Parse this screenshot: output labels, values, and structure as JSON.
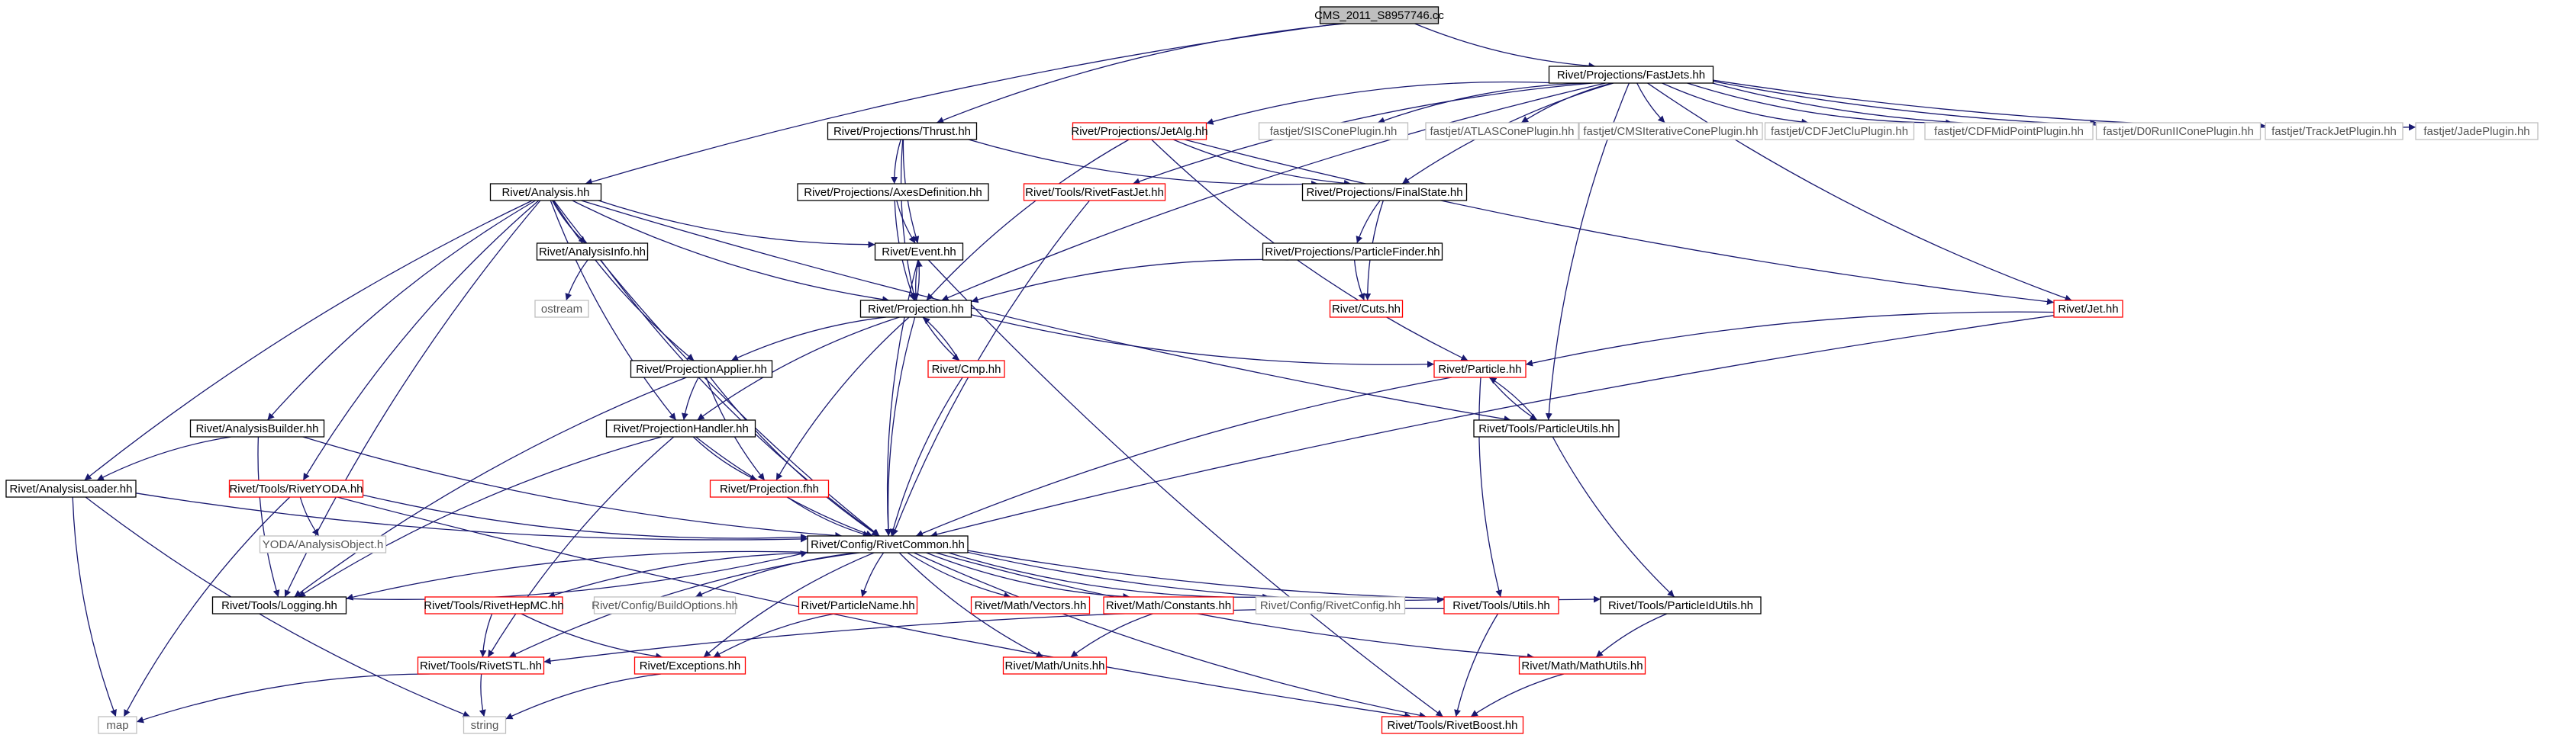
{
  "graph": {
    "colors": {
      "edge": "#191970",
      "box_black": "#000000",
      "box_red": "#ff0000",
      "box_gray": "#bfbfbf",
      "root_fill": "#bfbfbf"
    },
    "nodes": [
      {
        "id": "root",
        "label": "CMS_2011_S8957746.cc",
        "kind": "root"
      },
      {
        "id": "fastjets",
        "label": "Rivet/Projections/FastJets.hh",
        "kind": "black"
      },
      {
        "id": "thrust",
        "label": "Rivet/Projections/Thrust.hh",
        "kind": "black"
      },
      {
        "id": "jetalg",
        "label": "Rivet/Projections/JetAlg.hh",
        "kind": "red"
      },
      {
        "id": "siscone",
        "label": "fastjet/SISConePlugin.hh",
        "kind": "gray"
      },
      {
        "id": "atlascone",
        "label": "fastjet/ATLASConePlugin.hh",
        "kind": "gray"
      },
      {
        "id": "cmscone",
        "label": "fastjet/CMSIterativeConePlugin.hh",
        "kind": "gray"
      },
      {
        "id": "cdfjetclu",
        "label": "fastjet/CDFJetCluPlugin.hh",
        "kind": "gray"
      },
      {
        "id": "cdfmid",
        "label": "fastjet/CDFMidPointPlugin.hh",
        "kind": "gray"
      },
      {
        "id": "d0run",
        "label": "fastjet/D0RunIIConePlugin.hh",
        "kind": "gray"
      },
      {
        "id": "trackjet",
        "label": "fastjet/TrackJetPlugin.hh",
        "kind": "gray"
      },
      {
        "id": "jade",
        "label": "fastjet/JadePlugin.hh",
        "kind": "gray"
      },
      {
        "id": "analysis",
        "label": "Rivet/Analysis.hh",
        "kind": "black"
      },
      {
        "id": "axesdef",
        "label": "Rivet/Projections/AxesDefinition.hh",
        "kind": "black"
      },
      {
        "id": "rivetfastjet",
        "label": "Rivet/Tools/RivetFastJet.hh",
        "kind": "red"
      },
      {
        "id": "finalstate",
        "label": "Rivet/Projections/FinalState.hh",
        "kind": "black"
      },
      {
        "id": "analysisinfo",
        "label": "Rivet/AnalysisInfo.hh",
        "kind": "black"
      },
      {
        "id": "event",
        "label": "Rivet/Event.hh",
        "kind": "black"
      },
      {
        "id": "particlefinder",
        "label": "Rivet/Projections/ParticleFinder.hh",
        "kind": "black"
      },
      {
        "id": "ostream",
        "label": "ostream",
        "kind": "gray"
      },
      {
        "id": "projection",
        "label": "Rivet/Projection.hh",
        "kind": "black"
      },
      {
        "id": "cuts",
        "label": "Rivet/Cuts.hh",
        "kind": "red"
      },
      {
        "id": "jet",
        "label": "Rivet/Jet.hh",
        "kind": "red"
      },
      {
        "id": "projapplier",
        "label": "Rivet/ProjectionApplier.hh",
        "kind": "black"
      },
      {
        "id": "cmp",
        "label": "Rivet/Cmp.hh",
        "kind": "red"
      },
      {
        "id": "particle",
        "label": "Rivet/Particle.hh",
        "kind": "red"
      },
      {
        "id": "analysisbuilder",
        "label": "Rivet/AnalysisBuilder.hh",
        "kind": "black"
      },
      {
        "id": "projhandler",
        "label": "Rivet/ProjectionHandler.hh",
        "kind": "black"
      },
      {
        "id": "particleutils",
        "label": "Rivet/Tools/ParticleUtils.hh",
        "kind": "black"
      },
      {
        "id": "analysisloader",
        "label": "Rivet/AnalysisLoader.hh",
        "kind": "black"
      },
      {
        "id": "rivetyoda",
        "label": "Rivet/Tools/RivetYODA.hh",
        "kind": "red"
      },
      {
        "id": "projfhh",
        "label": "Rivet/Projection.fhh",
        "kind": "red"
      },
      {
        "id": "yodaobj",
        "label": "YODA/AnalysisObject.h",
        "kind": "gray"
      },
      {
        "id": "rivetcommon",
        "label": "Rivet/Config/RivetCommon.hh",
        "kind": "black"
      },
      {
        "id": "logging",
        "label": "Rivet/Tools/Logging.hh",
        "kind": "black"
      },
      {
        "id": "hepmc",
        "label": "Rivet/Tools/RivetHepMC.hh",
        "kind": "red"
      },
      {
        "id": "buildopts",
        "label": "Rivet/Config/BuildOptions.hh",
        "kind": "gray"
      },
      {
        "id": "particlename",
        "label": "Rivet/ParticleName.hh",
        "kind": "red"
      },
      {
        "id": "vectors",
        "label": "Rivet/Math/Vectors.hh",
        "kind": "red"
      },
      {
        "id": "constants",
        "label": "Rivet/Math/Constants.hh",
        "kind": "red"
      },
      {
        "id": "rivetconfig",
        "label": "Rivet/Config/RivetConfig.hh",
        "kind": "gray"
      },
      {
        "id": "utils",
        "label": "Rivet/Tools/Utils.hh",
        "kind": "red"
      },
      {
        "id": "pidutils",
        "label": "Rivet/Tools/ParticleIdUtils.hh",
        "kind": "black"
      },
      {
        "id": "rivetstl",
        "label": "Rivet/Tools/RivetSTL.hh",
        "kind": "red"
      },
      {
        "id": "exceptions",
        "label": "Rivet/Exceptions.hh",
        "kind": "red"
      },
      {
        "id": "units",
        "label": "Rivet/Math/Units.hh",
        "kind": "red"
      },
      {
        "id": "mathutils",
        "label": "Rivet/Math/MathUtils.hh",
        "kind": "red"
      },
      {
        "id": "map",
        "label": "map",
        "kind": "gray"
      },
      {
        "id": "string",
        "label": "string",
        "kind": "gray"
      },
      {
        "id": "rivetboost",
        "label": "Rivet/Tools/RivetBoost.hh",
        "kind": "red"
      }
    ],
    "edges": [
      [
        "root",
        "fastjets"
      ],
      [
        "root",
        "thrust"
      ],
      [
        "root",
        "analysis"
      ],
      [
        "fastjets",
        "jetalg"
      ],
      [
        "fastjets",
        "siscone"
      ],
      [
        "fastjets",
        "atlascone"
      ],
      [
        "fastjets",
        "cmscone"
      ],
      [
        "fastjets",
        "cdfjetclu"
      ],
      [
        "fastjets",
        "cdfmid"
      ],
      [
        "fastjets",
        "d0run"
      ],
      [
        "fastjets",
        "trackjet"
      ],
      [
        "fastjets",
        "jade"
      ],
      [
        "fastjets",
        "rivetfastjet"
      ],
      [
        "fastjets",
        "finalstate"
      ],
      [
        "fastjets",
        "projection"
      ],
      [
        "fastjets",
        "jet"
      ],
      [
        "fastjets",
        "particleutils"
      ],
      [
        "thrust",
        "axesdef"
      ],
      [
        "thrust",
        "finalstate"
      ],
      [
        "thrust",
        "event"
      ],
      [
        "thrust",
        "projection"
      ],
      [
        "jetalg",
        "projection"
      ],
      [
        "jetalg",
        "finalstate"
      ],
      [
        "jetalg",
        "particle"
      ],
      [
        "jetalg",
        "jet"
      ],
      [
        "analysis",
        "analysisinfo"
      ],
      [
        "analysis",
        "event"
      ],
      [
        "analysis",
        "projection"
      ],
      [
        "analysis",
        "projapplier"
      ],
      [
        "analysis",
        "projhandler"
      ],
      [
        "analysis",
        "analysisbuilder"
      ],
      [
        "analysis",
        "analysisloader"
      ],
      [
        "analysis",
        "rivetyoda"
      ],
      [
        "analysis",
        "logging"
      ],
      [
        "analysis",
        "rivetcommon"
      ],
      [
        "analysis",
        "particleutils"
      ],
      [
        "axesdef",
        "event"
      ],
      [
        "axesdef",
        "projection"
      ],
      [
        "rivetfastjet",
        "rivetcommon"
      ],
      [
        "finalstate",
        "particlefinder"
      ],
      [
        "finalstate",
        "cuts"
      ],
      [
        "analysisinfo",
        "ostream"
      ],
      [
        "analysisinfo",
        "rivetcommon"
      ],
      [
        "event",
        "projection"
      ],
      [
        "event",
        "rivetcommon"
      ],
      [
        "event",
        "rivetboost"
      ],
      [
        "particlefinder",
        "projection"
      ],
      [
        "particlefinder",
        "cuts"
      ],
      [
        "projection",
        "event"
      ],
      [
        "projection",
        "projapplier"
      ],
      [
        "projection",
        "projhandler"
      ],
      [
        "projection",
        "cmp"
      ],
      [
        "projection",
        "particle"
      ],
      [
        "projection",
        "projfhh"
      ],
      [
        "projection",
        "rivetcommon"
      ],
      [
        "jet",
        "particle"
      ],
      [
        "jet",
        "rivetcommon"
      ],
      [
        "projapplier",
        "projhandler"
      ],
      [
        "projapplier",
        "projfhh"
      ],
      [
        "projapplier",
        "logging"
      ],
      [
        "projapplier",
        "rivetcommon"
      ],
      [
        "cmp",
        "projection"
      ],
      [
        "cmp",
        "rivetcommon"
      ],
      [
        "particle",
        "particleutils"
      ],
      [
        "particle",
        "rivetcommon"
      ],
      [
        "particle",
        "utils"
      ],
      [
        "analysisbuilder",
        "analysisloader"
      ],
      [
        "analysisbuilder",
        "logging"
      ],
      [
        "analysisbuilder",
        "rivetcommon"
      ],
      [
        "projhandler",
        "projfhh"
      ],
      [
        "projhandler",
        "rivetcommon"
      ],
      [
        "projhandler",
        "logging"
      ],
      [
        "projhandler",
        "rivetstl"
      ],
      [
        "particleutils",
        "particle"
      ],
      [
        "particleutils",
        "pidutils"
      ],
      [
        "analysisloader",
        "rivetcommon"
      ],
      [
        "analysisloader",
        "map"
      ],
      [
        "analysisloader",
        "string"
      ],
      [
        "rivetyoda",
        "yodaobj"
      ],
      [
        "rivetyoda",
        "rivetcommon"
      ],
      [
        "rivetyoda",
        "map"
      ],
      [
        "rivetyoda",
        "rivetboost"
      ],
      [
        "projfhh",
        "rivetcommon"
      ],
      [
        "rivetcommon",
        "logging"
      ],
      [
        "rivetcommon",
        "hepmc"
      ],
      [
        "rivetcommon",
        "buildopts"
      ],
      [
        "rivetcommon",
        "particlename"
      ],
      [
        "rivetcommon",
        "vectors"
      ],
      [
        "rivetcommon",
        "constants"
      ],
      [
        "rivetcommon",
        "rivetconfig"
      ],
      [
        "rivetcommon",
        "utils"
      ],
      [
        "rivetcommon",
        "pidutils"
      ],
      [
        "rivetcommon",
        "rivetstl"
      ],
      [
        "rivetcommon",
        "exceptions"
      ],
      [
        "rivetcommon",
        "units"
      ],
      [
        "rivetcommon",
        "mathutils"
      ],
      [
        "rivetcommon",
        "rivetboost"
      ],
      [
        "logging",
        "rivetcommon"
      ],
      [
        "hepmc",
        "rivetstl"
      ],
      [
        "hepmc",
        "exceptions"
      ],
      [
        "particlename",
        "exceptions"
      ],
      [
        "constants",
        "units"
      ],
      [
        "utils",
        "rivetstl"
      ],
      [
        "utils",
        "rivetboost"
      ],
      [
        "pidutils",
        "mathutils"
      ],
      [
        "rivetstl",
        "map"
      ],
      [
        "rivetstl",
        "string"
      ],
      [
        "exceptions",
        "string"
      ],
      [
        "mathutils",
        "rivetboost"
      ]
    ]
  }
}
